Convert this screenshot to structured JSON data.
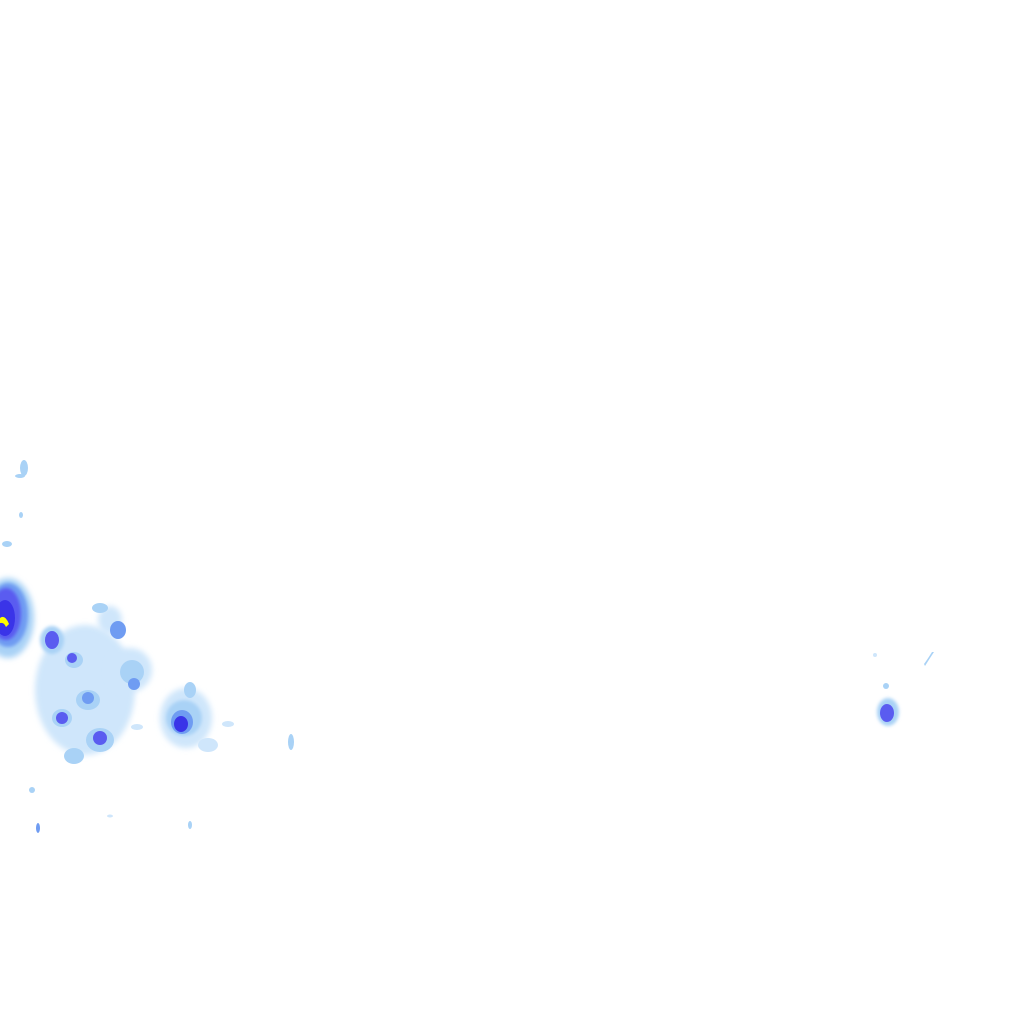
{
  "map": {
    "type": "precipitation-radar-overlay",
    "background_color": "#ffffff",
    "intensity_palette": {
      "very_light": "#cfe6fb",
      "light": "#a9d2f6",
      "moderate": "#6f9cf2",
      "heavy": "#5a5cf0",
      "very_heavy": "#3a34e8",
      "extreme": "#ffff00"
    },
    "echo_groups": [
      {
        "name": "strong-cell-west",
        "peak_level": "extreme"
      },
      {
        "name": "cluster-southwest",
        "peak_level": "very_heavy"
      },
      {
        "name": "cell-south-central",
        "peak_level": "very_heavy"
      },
      {
        "name": "isolated-cell-east",
        "peak_level": "heavy"
      },
      {
        "name": "scattered-light-echoes",
        "peak_level": "light"
      }
    ]
  }
}
